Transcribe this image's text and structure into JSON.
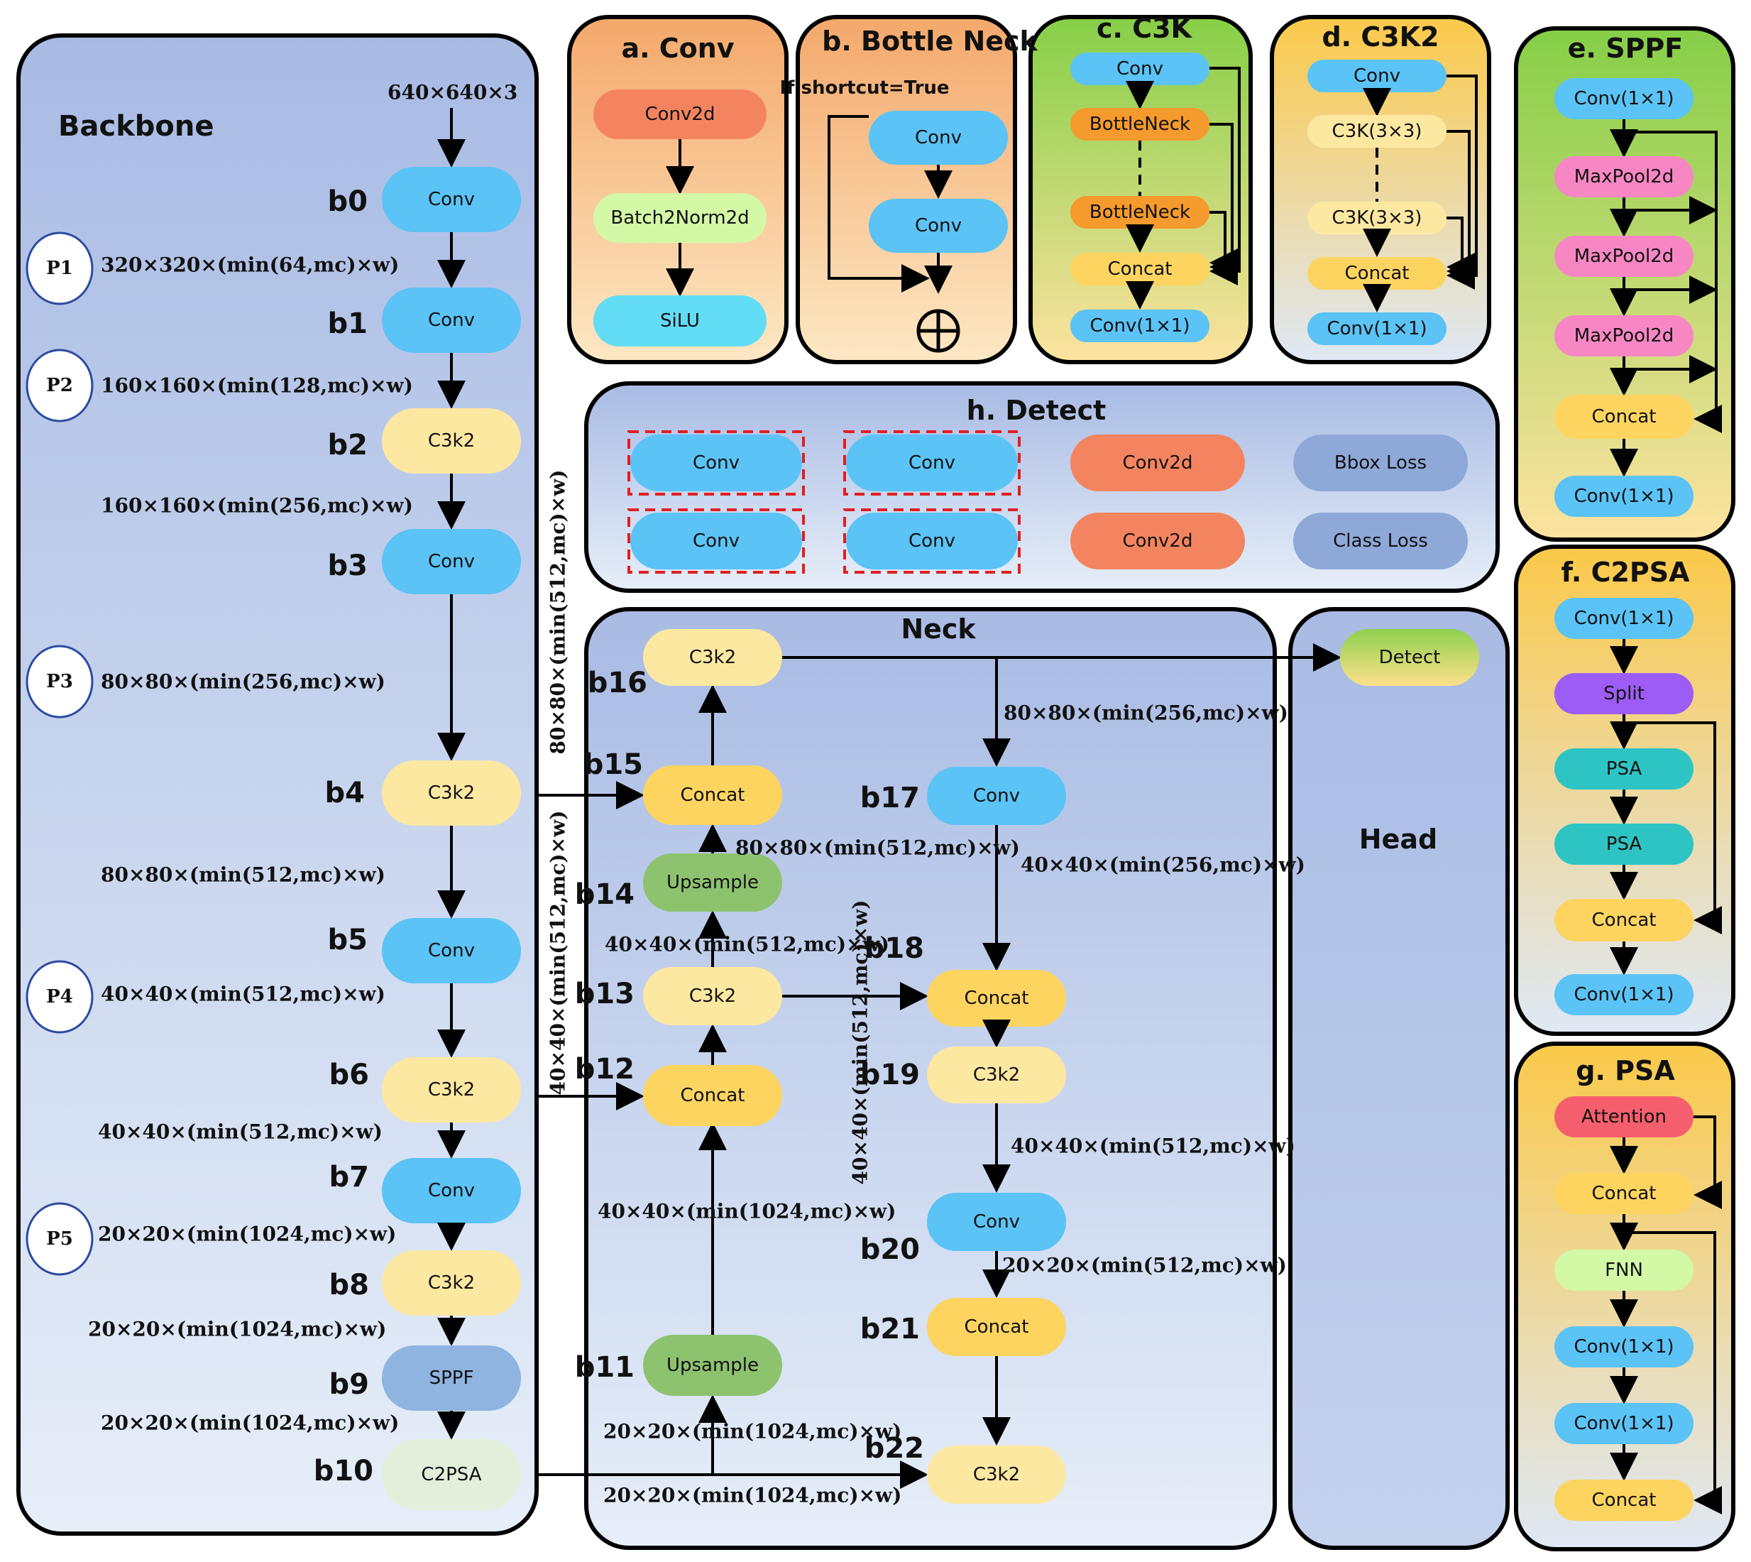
{
  "panels": {
    "backbone": "Backbone",
    "neck": "Neck",
    "head": "Head",
    "conv": "a. Conv",
    "bottleneck": "b. Bottle Neck",
    "c3k": "c. C3K",
    "c3k2": "d. C3K2",
    "sppf": "e. SPPF",
    "c2psa": "f. C2PSA",
    "psa": "g. PSA",
    "detect": "h. Detect"
  },
  "input_size": "640×640×3",
  "backbone": {
    "nodes": [
      {
        "id": "b0",
        "label": "Conv"
      },
      {
        "id": "b1",
        "label": "Conv"
      },
      {
        "id": "b2",
        "label": "C3k2"
      },
      {
        "id": "b3",
        "label": "Conv"
      },
      {
        "id": "b4",
        "label": "C3k2"
      },
      {
        "id": "b5",
        "label": "Conv"
      },
      {
        "id": "b6",
        "label": "C3k2"
      },
      {
        "id": "b7",
        "label": "Conv"
      },
      {
        "id": "b8",
        "label": "C3k2"
      },
      {
        "id": "b9",
        "label": "SPPF"
      },
      {
        "id": "b10",
        "label": "C2PSA"
      }
    ],
    "dims": [
      "320×320×(min(64,mc)×w)",
      "160×160×(min(128,mc)×w)",
      "160×160×(min(256,mc)×w)",
      "80×80×(min(256,mc)×w)",
      "80×80×(min(512,mc)×w)",
      "40×40×(min(512,mc)×w)",
      "40×40×(min(512,mc)×w)",
      "20×20×(min(1024,mc)×w)",
      "20×20×(min(1024,mc)×w)",
      "20×20×(min(1024,mc)×w)"
    ],
    "pyramid": [
      "P1",
      "P2",
      "P3",
      "P4",
      "P5"
    ]
  },
  "neck": {
    "nodes": [
      {
        "id": "b11",
        "label": "Upsample"
      },
      {
        "id": "b12",
        "label": "Concat"
      },
      {
        "id": "b13",
        "label": "C3k2"
      },
      {
        "id": "b14",
        "label": "Upsample"
      },
      {
        "id": "b15",
        "label": "Concat"
      },
      {
        "id": "b16",
        "label": "C3k2"
      },
      {
        "id": "b17",
        "label": "Conv"
      },
      {
        "id": "b18",
        "label": "Concat"
      },
      {
        "id": "b19",
        "label": "C3k2"
      },
      {
        "id": "b20",
        "label": "Conv"
      },
      {
        "id": "b21",
        "label": "Concat"
      },
      {
        "id": "b22",
        "label": "C3k2"
      }
    ],
    "dims": {
      "v_b4": "80×80×(min(512,mc)×w)",
      "v_b6": "40×40×(min(512,mc)×w)",
      "v_b18": "40×40×(min(512,mc)×w)",
      "b14_in": "80×80×(min(512,mc)×w)",
      "b13_up": "40×40×(min(512,mc)×w)",
      "b12_in": "40×40×(min(1024,mc)×w)",
      "b11_in": "20×20×(min(1024,mc)×w)",
      "b10_out": "20×20×(min(1024,mc)×w)",
      "b16_out": "80×80×(min(256,mc)×w)",
      "b17_out": "40×40×(min(256,mc)×w)",
      "b19_out": "40×40×(min(512,mc)×w)",
      "b20_out": "20×20×(min(512,mc)×w)"
    }
  },
  "head": {
    "detect": "Detect"
  },
  "module_conv": [
    "Conv2d",
    "Batch2Norm2d",
    "SiLU"
  ],
  "module_bottleneck": {
    "condition": "If shortcut=True",
    "nodes": [
      "Conv",
      "Conv"
    ]
  },
  "module_c3k": [
    "Conv",
    "BottleNeck",
    "BottleNeck",
    "Concat",
    "Conv(1×1)"
  ],
  "module_c3k2": [
    "Conv",
    "C3K(3×3)",
    "C3K(3×3)",
    "Concat",
    "Conv(1×1)"
  ],
  "module_sppf": [
    "Conv(1×1)",
    "MaxPool2d",
    "MaxPool2d",
    "MaxPool2d",
    "Concat",
    "Conv(1×1)"
  ],
  "module_c2psa": [
    "Conv(1×1)",
    "Split",
    "PSA",
    "PSA",
    "Concat",
    "Conv(1×1)"
  ],
  "module_psa": [
    "Attention",
    "Concat",
    "FNN",
    "Conv(1×1)",
    "Conv(1×1)",
    "Concat"
  ],
  "module_detect": [
    "Conv",
    "Conv",
    "Conv",
    "Conv",
    "Conv2d",
    "Conv2d",
    "Bbox Loss",
    "Class Loss"
  ],
  "colors": {
    "conv": "#5bc3f5",
    "c3k2": "#fde8a2",
    "concat": "#fdd460",
    "upsample": "#8dc26f",
    "sppf": "#8eb4df",
    "c2psa": "#e2efda",
    "orange": "#f4845f",
    "pink": "#f787c3",
    "purple": "#9d5cf5",
    "teal": "#2ec4c4",
    "red": "#f55f6d",
    "lime": "#d3f8a6",
    "loss": "#8ea8d8",
    "panel_blue": "#b0c1e6",
    "panel_orange": "#f5b07d",
    "panel_green": "#8fd14f",
    "panel_yellow": "#fcd25b"
  }
}
